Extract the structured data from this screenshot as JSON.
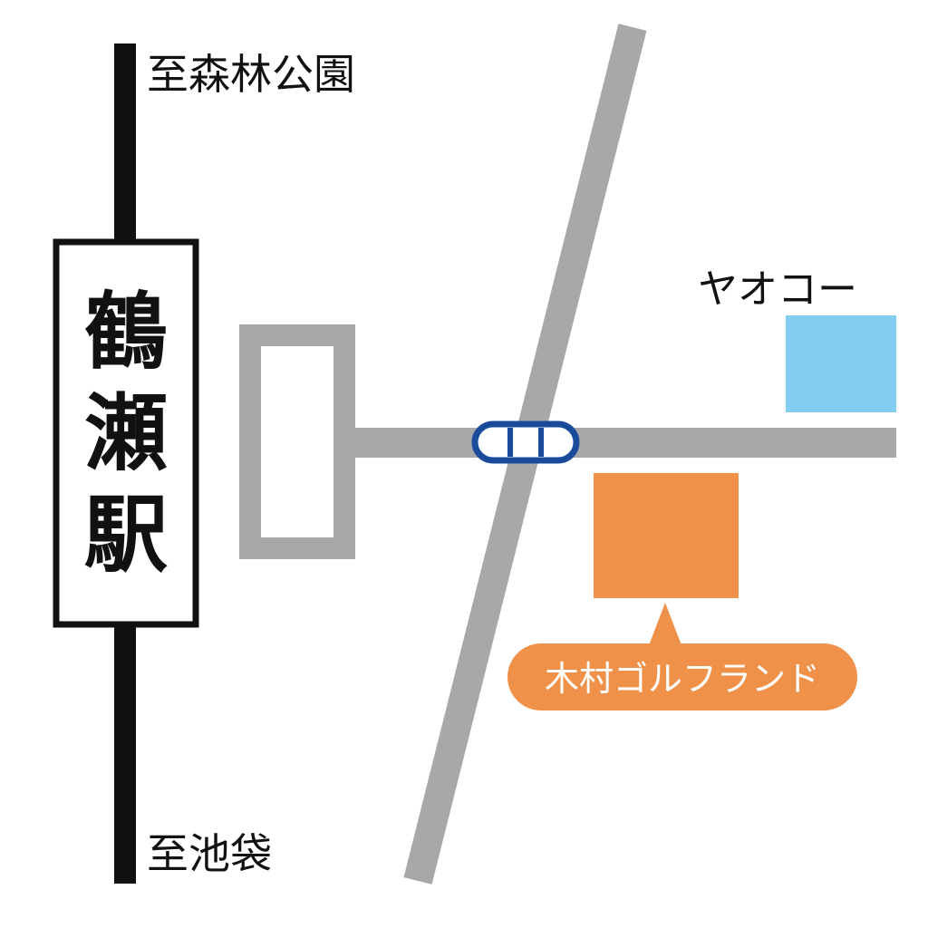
{
  "map": {
    "directions": {
      "north": "至森林公園",
      "south": "至池袋"
    },
    "station": {
      "name_chars": [
        "鶴",
        "瀬",
        "駅"
      ]
    },
    "landmarks": {
      "yaoko": "ヤオコー",
      "golf": "木村ゴルフランド"
    },
    "icons": {
      "traffic_light": "traffic-light-icon"
    },
    "colors": {
      "rail": "#111111",
      "road": "#a8a8a8",
      "yaoko": "#82cdf0",
      "golf": "#f0914a",
      "traffic_light": "#1a4a9c"
    }
  }
}
